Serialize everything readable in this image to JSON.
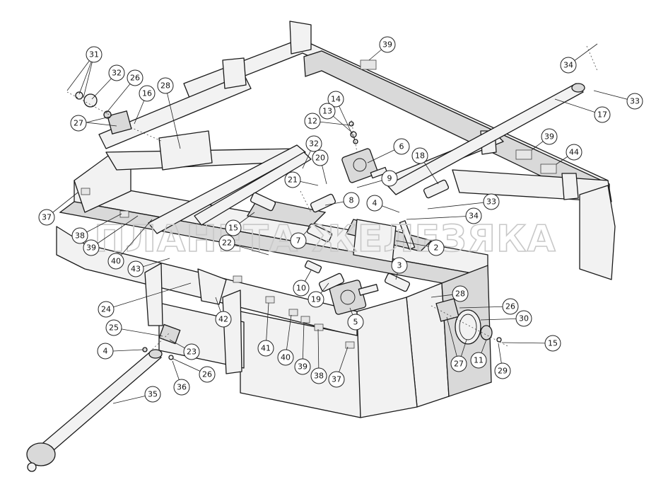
{
  "watermark": "ПЛАНЕТА ЖЕЛЕЗЯКА",
  "callouts": [
    {
      "id": "c1",
      "label": "31"
    },
    {
      "id": "c2",
      "label": "32"
    },
    {
      "id": "c3",
      "label": "26"
    },
    {
      "id": "c4",
      "label": "28"
    },
    {
      "id": "c5",
      "label": "16"
    },
    {
      "id": "c6",
      "label": "27"
    },
    {
      "id": "c7",
      "label": "39"
    },
    {
      "id": "c8",
      "label": "14"
    },
    {
      "id": "c9",
      "label": "13"
    },
    {
      "id": "c10",
      "label": "12"
    },
    {
      "id": "c11",
      "label": "34"
    },
    {
      "id": "c12",
      "label": "33"
    },
    {
      "id": "c13",
      "label": "17"
    },
    {
      "id": "c14",
      "label": "6"
    },
    {
      "id": "c15",
      "label": "32"
    },
    {
      "id": "c16",
      "label": "20"
    },
    {
      "id": "c17",
      "label": "21"
    },
    {
      "id": "c18",
      "label": "9"
    },
    {
      "id": "c19",
      "label": "18"
    },
    {
      "id": "c20",
      "label": "39"
    },
    {
      "id": "c21",
      "label": "44"
    },
    {
      "id": "c22",
      "label": "8"
    },
    {
      "id": "c23",
      "label": "33"
    },
    {
      "id": "c24",
      "label": "4"
    },
    {
      "id": "c25",
      "label": "34"
    },
    {
      "id": "c26",
      "label": "37"
    },
    {
      "id": "c27",
      "label": "15"
    },
    {
      "id": "c28",
      "label": "38"
    },
    {
      "id": "c29",
      "label": "22"
    },
    {
      "id": "c30",
      "label": "7"
    },
    {
      "id": "c31",
      "label": "2"
    },
    {
      "id": "c32",
      "label": "39"
    },
    {
      "id": "c33",
      "label": "40"
    },
    {
      "id": "c34",
      "label": "43"
    },
    {
      "id": "c35",
      "label": "3"
    },
    {
      "id": "c36",
      "label": "10"
    },
    {
      "id": "c37",
      "label": "19"
    },
    {
      "id": "c38",
      "label": "28"
    },
    {
      "id": "c39",
      "label": "24"
    },
    {
      "id": "c40",
      "label": "26"
    },
    {
      "id": "c41",
      "label": "30"
    },
    {
      "id": "c42",
      "label": "42"
    },
    {
      "id": "c43",
      "label": "5"
    },
    {
      "id": "c44",
      "label": "25"
    },
    {
      "id": "c45",
      "label": "41"
    },
    {
      "id": "c46",
      "label": "15"
    },
    {
      "id": "c47",
      "label": "23"
    },
    {
      "id": "c48",
      "label": "40"
    },
    {
      "id": "c49",
      "label": "39"
    },
    {
      "id": "c50",
      "label": "38"
    },
    {
      "id": "c51",
      "label": "11"
    },
    {
      "id": "c52",
      "label": "29"
    },
    {
      "id": "c53",
      "label": "27"
    },
    {
      "id": "c54",
      "label": "4"
    },
    {
      "id": "c55",
      "label": "37"
    },
    {
      "id": "c56",
      "label": "26"
    },
    {
      "id": "c57",
      "label": "36"
    },
    {
      "id": "c58",
      "label": "35"
    }
  ]
}
